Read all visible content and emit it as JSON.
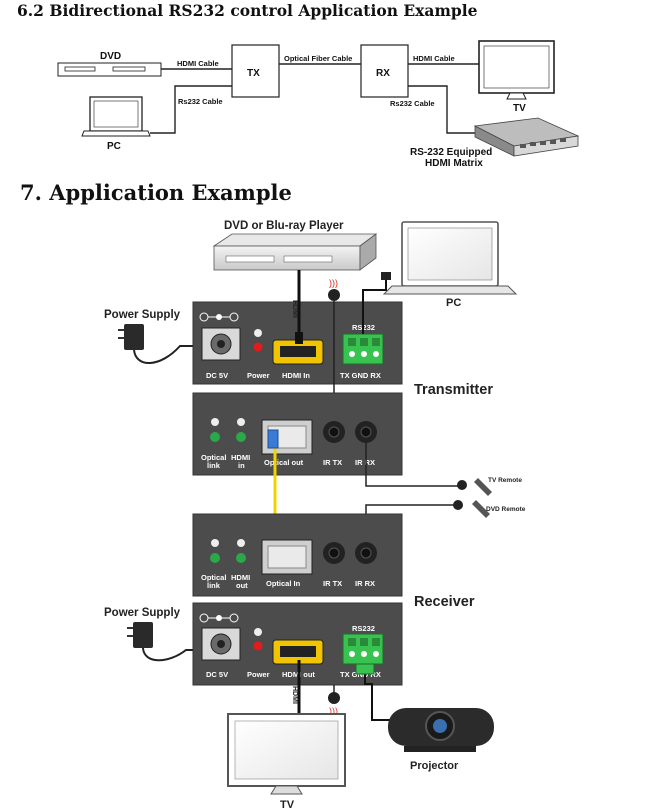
{
  "section_62": {
    "title": "6.2 Bidirectional RS232 control Application Example",
    "dvd": "DVD",
    "pc": "PC",
    "tx": "TX",
    "rx": "RX",
    "tv": "TV",
    "hdmi_cable_left": "HDMI Cable",
    "hdmi_cable_right": "HDMI Cable",
    "optical_fiber_cable": "Optical Fiber Cable",
    "rs232_cable_left": "Rs232 Cable",
    "rs232_cable_right": "Rs232 Cable",
    "matrix_line1": "RS-232 Equipped",
    "matrix_line2": "HDMI Matrix"
  },
  "section_7": {
    "title": "7.  Application Example",
    "dvd_player": "DVD or Blu-ray Player",
    "pc": "PC",
    "hdmi_top": "HDMI",
    "hdmi_bottom": "HDMI",
    "power_supply_top": "Power Supply",
    "power_supply_bottom": "Power Supply",
    "transmitter": "Transmitter",
    "receiver": "Receiver",
    "projector": "Projector",
    "tv": "TV",
    "tv_remote": "TV Remote",
    "dvd_remote": "DVD Remote",
    "tx_front": {
      "dc": "DC 5V",
      "power": "Power",
      "hdmi_in": "HDMI In",
      "rs232": "RS232",
      "tx_gnd_rx": "TX GND RX"
    },
    "tx_back": {
      "optical_link": "Optical",
      "optical_link2": "link",
      "hdmi_in": "HDMI",
      "hdmi_in2": "in",
      "optical_out": "Optical out",
      "ir_tx": "IR TX",
      "ir_rx": "IR RX"
    },
    "rx_back": {
      "optical_link": "Optical",
      "optical_link2": "link",
      "hdmi_out": "HDMI",
      "hdmi_out2": "out",
      "optical_in": "Optical In",
      "ir_tx": "IR TX",
      "ir_rx": "IR RX"
    },
    "rx_front": {
      "dc": "DC 5V",
      "power": "Power",
      "hdmi_out": "HDMI out",
      "rs232": "RS232",
      "tx_gnd_rx": "TX GND RX"
    }
  }
}
